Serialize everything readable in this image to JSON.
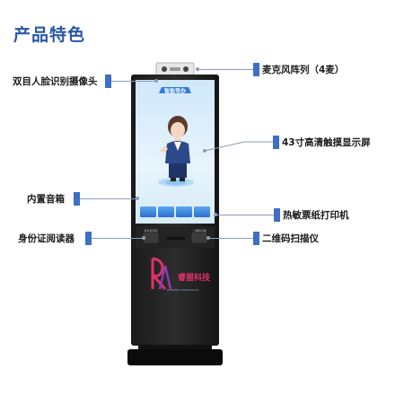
{
  "page": {
    "title": "产品特色"
  },
  "callouts": {
    "camera": "双目人脸识别摄像头",
    "mic": "麦克风阵列（4麦）",
    "screen": "43寸高清触摸显示屏",
    "speaker": "内置音箱",
    "printer": "热敏票纸打印机",
    "id_reader": "身份证阅读器",
    "qr_scanner": "二维码扫描仪"
  },
  "device": {
    "screen_banner": "智能导办",
    "brand_name": "睿盟科技",
    "brand_sub": "RUIMENG TECHNOLOGY",
    "slot_label_left": "身份证阅读",
    "slot_label_right": "二维码扫描"
  },
  "colors": {
    "accent": "#2b57a8",
    "marker": "#3d6fc8",
    "brand": "#e0306a"
  }
}
